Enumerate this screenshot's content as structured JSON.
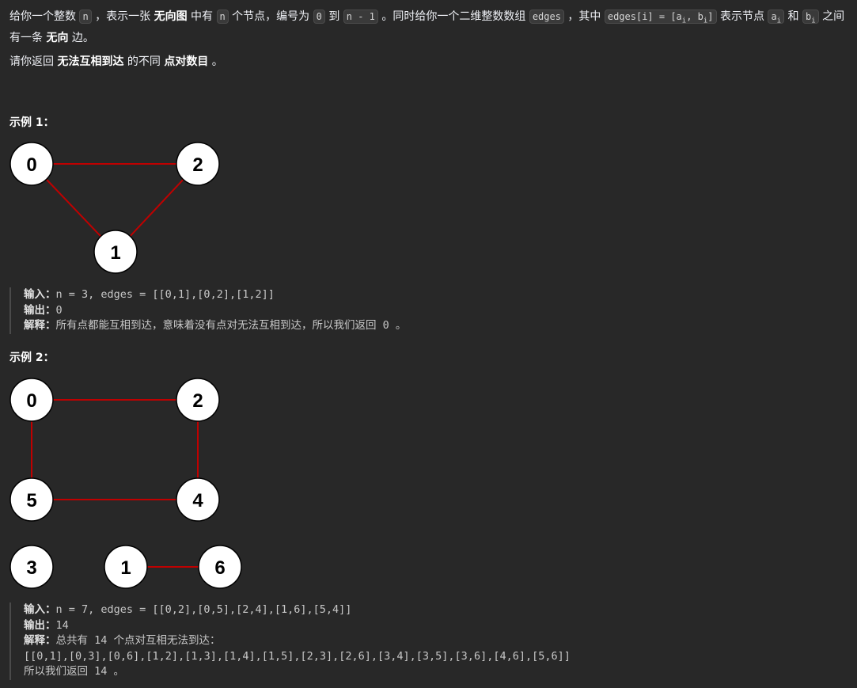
{
  "description": {
    "intro": [
      "给你一个整数 ",
      " ，表示一张 ",
      " 中有 ",
      " 个节点，编号为 ",
      " 到 ",
      " 。同时给你一个二维整数数组 ",
      " ，其中 ",
      " 表示节点 ",
      " 和 ",
      " 之间有一条 ",
      " 边。"
    ],
    "n_code": "n",
    "undirected_graph": "无向图",
    "zero_code": "0",
    "n_minus_1_code": "n - 1",
    "edges_code": "edges",
    "edges_def_code": "edges[i] = [a",
    "edges_def_mid": ", b",
    "edges_def_end": "]",
    "sub_i": "i",
    "a_code": "a",
    "b_code": "b",
    "undirected": "无向",
    "task_prefix": "请你返回 ",
    "task_bold1": "无法互相到达",
    "task_mid": " 的不同 ",
    "task_bold2": "点对数目",
    "task_end": " 。"
  },
  "examples": [
    {
      "title": "示例 1：",
      "nodes": [
        "0",
        "2",
        "1"
      ],
      "input_label": "输入：",
      "input_value": "n = 3, edges = [[0,1],[0,2],[1,2]]",
      "output_label": "输出：",
      "output_value": "0",
      "explain_label": "解释：",
      "explain_value": "所有点都能互相到达，意味着没有点对无法互相到达，所以我们返回 0 。"
    },
    {
      "title": "示例 2：",
      "nodes": [
        "0",
        "2",
        "5",
        "4",
        "3",
        "1",
        "6"
      ],
      "input_label": "输入：",
      "input_value": "n = 7, edges = [[0,2],[0,5],[2,4],[1,6],[5,4]]",
      "output_label": "输出：",
      "output_value": "14",
      "explain_label": "解释：",
      "explain_value": "总共有 14 个点对互相无法到达：",
      "pairs": "[[0,1],[0,3],[0,6],[1,2],[1,3],[1,4],[1,5],[2,3],[2,6],[3,4],[3,5],[3,6],[4,6],[5,6]]",
      "result": "所以我们返回 14 。"
    }
  ],
  "colors": {
    "background": "#282828",
    "edge": "#c00000",
    "node_fill": "#ffffff",
    "node_stroke": "#000000"
  }
}
